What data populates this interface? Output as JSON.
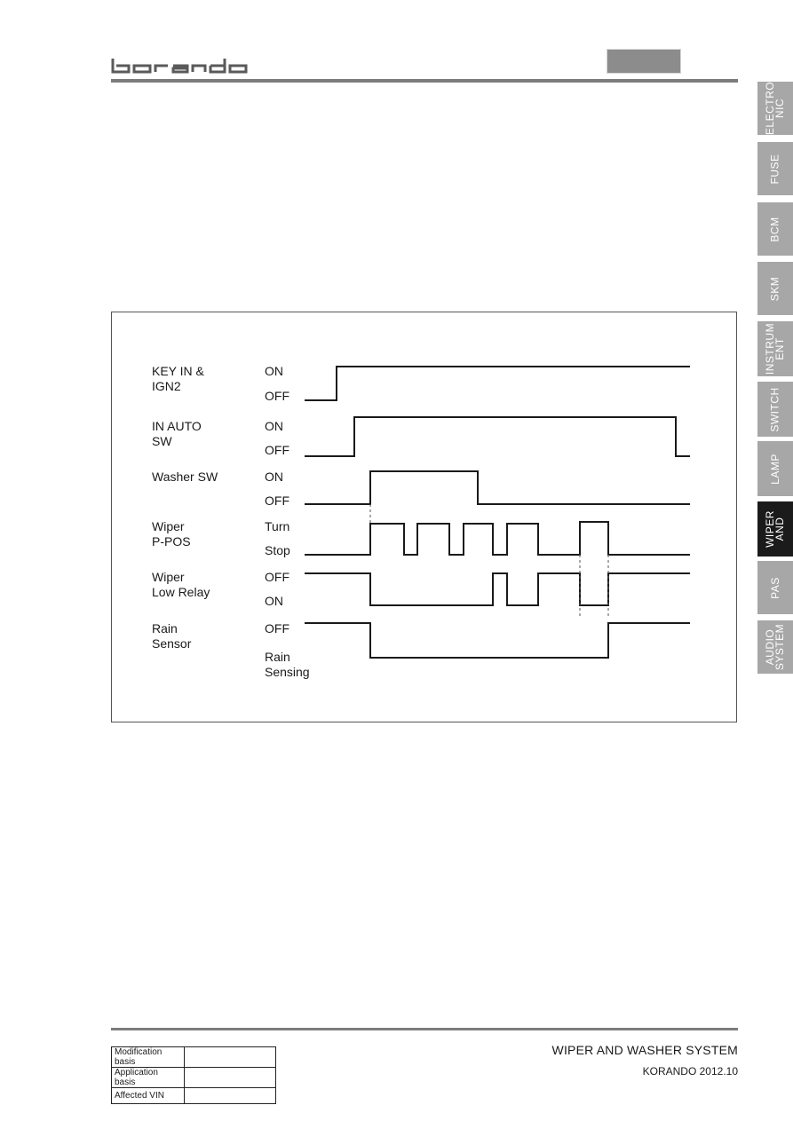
{
  "header": {
    "logo_icon": "korando-wordmark"
  },
  "side_tabs": [
    {
      "label": "ELECTRO\nNIC",
      "active": false
    },
    {
      "label": "FUSE",
      "active": false
    },
    {
      "label": "BCM",
      "active": false
    },
    {
      "label": "SKM",
      "active": false
    },
    {
      "label": "INSTRUM\nENT",
      "active": false
    },
    {
      "label": "SWITCH",
      "active": false
    },
    {
      "label": "LAMP",
      "active": false
    },
    {
      "label": "WIPER\nAND",
      "active": true
    },
    {
      "label": "PAS",
      "active": false
    },
    {
      "label": "AUDIO\nSYSTEM",
      "active": false
    }
  ],
  "diagram": {
    "signals": [
      {
        "name": [
          "KEY IN &",
          "IGN2"
        ],
        "states": [
          [
            "ON"
          ],
          [
            "OFF"
          ]
        ]
      },
      {
        "name": [
          "IN AUTO",
          "SW"
        ],
        "states": [
          [
            "ON"
          ],
          [
            "OFF"
          ]
        ]
      },
      {
        "name": [
          "Washer SW"
        ],
        "states": [
          [
            "ON"
          ],
          [
            "OFF"
          ]
        ]
      },
      {
        "name": [
          "Wiper",
          "P-POS"
        ],
        "states": [
          [
            "Turn"
          ],
          [
            "Stop"
          ]
        ]
      },
      {
        "name": [
          "Wiper",
          "Low Relay"
        ],
        "states": [
          [
            "OFF"
          ],
          [
            "ON"
          ]
        ]
      },
      {
        "name": [
          "Rain",
          "Sensor"
        ],
        "states": [
          [
            "OFF"
          ],
          [
            "Rain",
            "Sensing"
          ]
        ]
      }
    ]
  },
  "footer": {
    "title": "WIPER AND WASHER SYSTEM",
    "subtitle": "KORANDO 2012.10",
    "table": [
      {
        "label": "Modification basis",
        "value": ""
      },
      {
        "label": "Application basis",
        "value": ""
      },
      {
        "label": "Affected VIN",
        "value": ""
      }
    ]
  }
}
